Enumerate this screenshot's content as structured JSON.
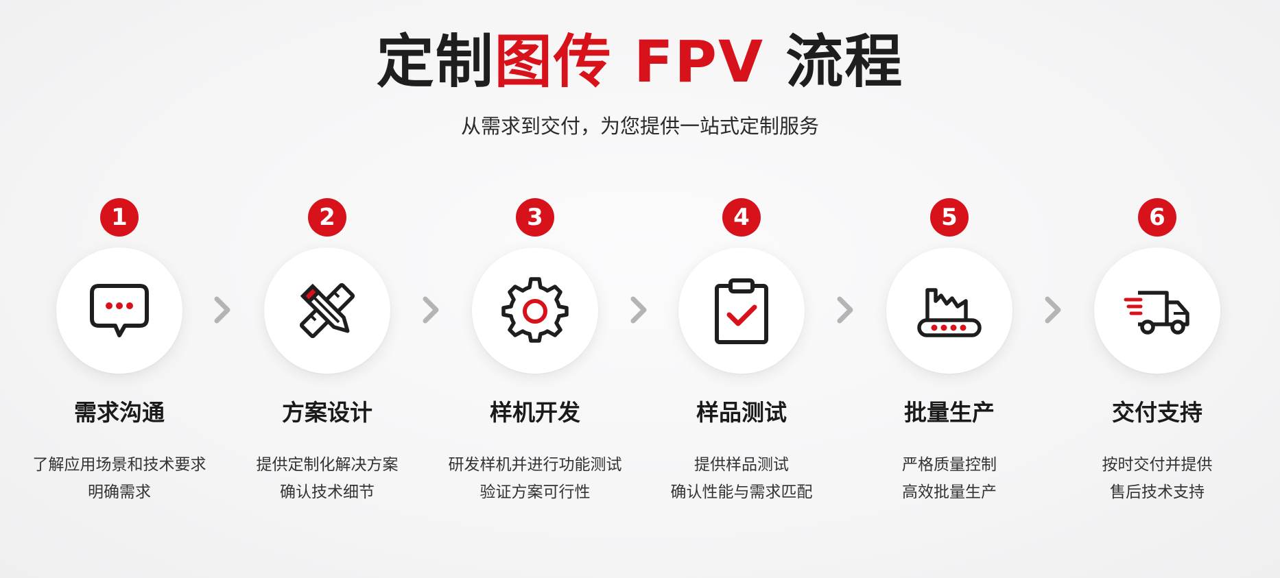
{
  "header": {
    "title_part1": "定制",
    "title_part2": "图传 FPV",
    "title_part3": " 流程",
    "subtitle": "从需求到交付，为您提供一站式定制服务"
  },
  "colors": {
    "accent": "#d8121b",
    "text": "#1e1e1e",
    "arrow": "#b4b4b4"
  },
  "steps": [
    {
      "number": "1",
      "icon": "chat-bubble-icon",
      "title": "需求沟通",
      "line1": "了解应用场景和技术要求",
      "line2": "明确需求"
    },
    {
      "number": "2",
      "icon": "ruler-pencil-icon",
      "title": "方案设计",
      "line1": "提供定制化解决方案",
      "line2": "确认技术细节"
    },
    {
      "number": "3",
      "icon": "gear-icon",
      "title": "样机开发",
      "line1": "研发样机并进行功能测试",
      "line2": "验证方案可行性"
    },
    {
      "number": "4",
      "icon": "clipboard-check-icon",
      "title": "样品测试",
      "line1": "提供样品测试",
      "line2": "确认性能与需求匹配"
    },
    {
      "number": "5",
      "icon": "factory-conveyor-icon",
      "title": "批量生产",
      "line1": "严格质量控制",
      "line2": "高效批量生产"
    },
    {
      "number": "6",
      "icon": "delivery-truck-icon",
      "title": "交付支持",
      "line1": "按时交付并提供",
      "line2": "售后技术支持"
    }
  ]
}
